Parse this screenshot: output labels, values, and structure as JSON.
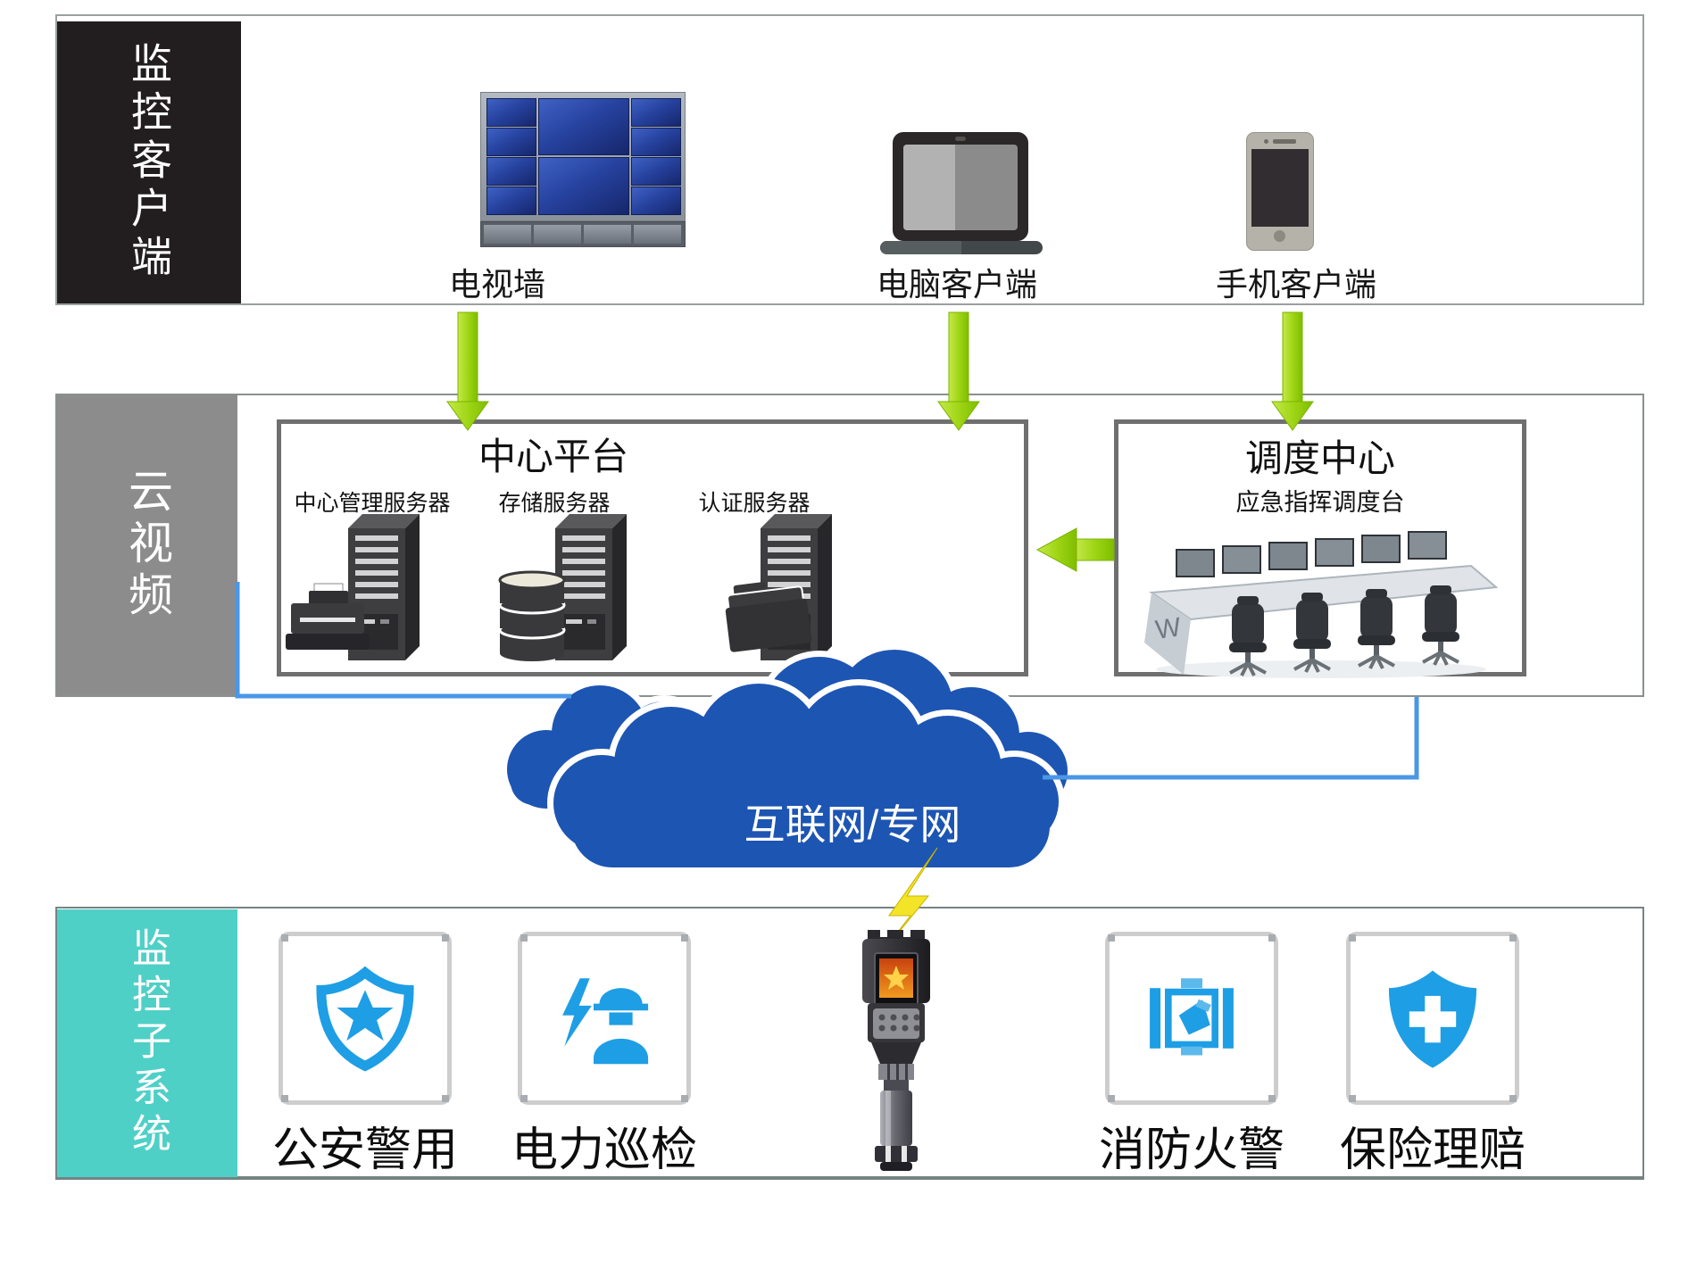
{
  "diagram": {
    "clients_band": {
      "label": "监控客户端",
      "items": [
        {
          "label": "电视墙"
        },
        {
          "label": "电脑客户端"
        },
        {
          "label": "手机客户端"
        }
      ]
    },
    "cloud_band": {
      "label": "云视频",
      "center_platform": {
        "title": "中心平台",
        "servers": [
          {
            "label": "中心管理服务器"
          },
          {
            "label": "存储服务器"
          },
          {
            "label": "认证服务器"
          }
        ]
      },
      "dispatch_center": {
        "title": "调度中心",
        "subtitle": "应急指挥调度台",
        "desk_logo": "W"
      }
    },
    "network": {
      "cloud_label": "互联网/专网"
    },
    "subsystems_band": {
      "label": "监控子系统",
      "items": [
        {
          "label": "公安警用"
        },
        {
          "label": "电力巡检"
        },
        {
          "label": "消防火警"
        },
        {
          "label": "保险理赔"
        }
      ]
    },
    "colors": {
      "client_band_label_bg": "#221e1f",
      "cloud_band_label_bg": "#8c8c8c",
      "subsystems_band_label_bg": "#4fd0c7",
      "arrow_green": "#9fd616",
      "cloud_blue": "#1d55b3",
      "connector_blue": "#4a97e6",
      "icon_blue": "#1e9ee4",
      "lightning_yellow": "#f4e428"
    }
  }
}
